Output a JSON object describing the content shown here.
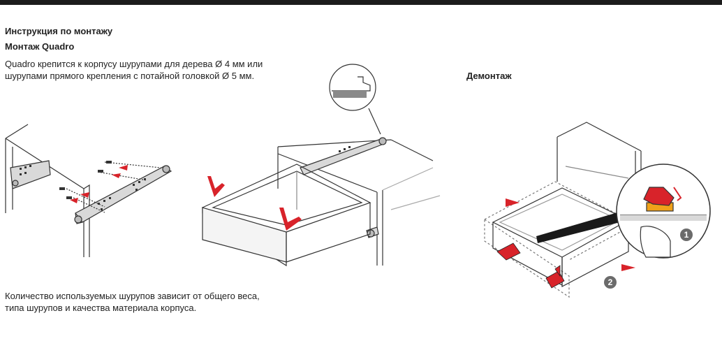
{
  "header": {
    "instruction_title": "Инструкция по монтажу",
    "mount_title": "Монтаж Quadro"
  },
  "mount": {
    "text_line1": "Quadro крепится к корпусу шурупами для дерева Ø 4 мм или",
    "text_line2": "шурупами прямого крепления с потайной головкой Ø 5 мм.",
    "note_line1": "Количество используемых шурупов зависит от общего веса,",
    "note_line2": "типа шурупов и качества материала корпуса."
  },
  "dismount": {
    "title": "Демонтаж",
    "step1": "1",
    "step2": "2"
  },
  "colors": {
    "accent_red": "#d8232a",
    "line": "#333333",
    "gray_fill": "#d9d9d9",
    "orange": "#f0a11a"
  }
}
